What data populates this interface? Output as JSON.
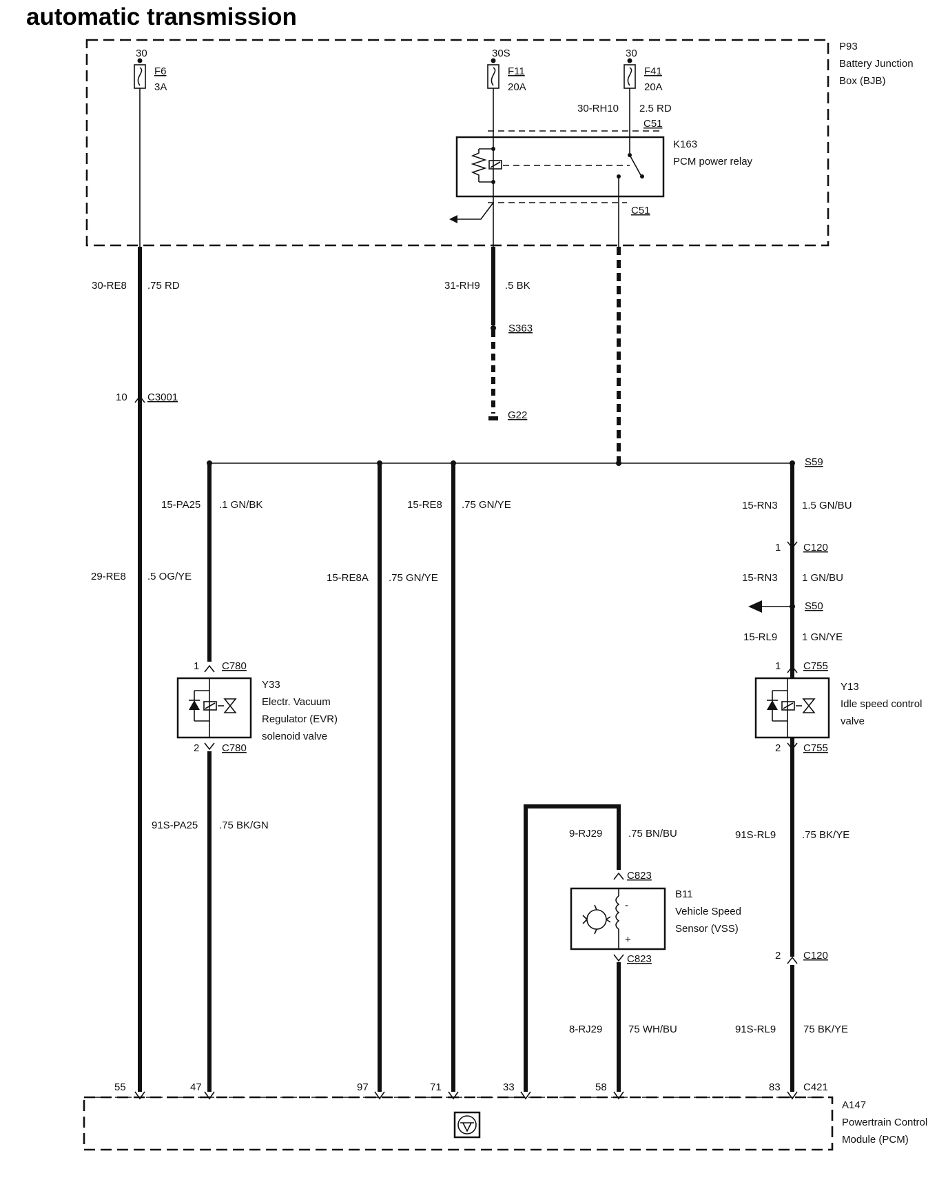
{
  "title": "automatic transmission",
  "bjb": {
    "id": "P93",
    "name_line1": "Battery Junction",
    "name_line2": "Box (BJB)"
  },
  "fuses": [
    {
      "id": "f6",
      "feed": "30",
      "name": "F6",
      "rating": "3A"
    },
    {
      "id": "f11",
      "feed": "30S",
      "name": "F11",
      "rating": "20A"
    },
    {
      "id": "f41",
      "feed": "30",
      "name": "F41",
      "rating": "20A"
    }
  ],
  "relay": {
    "id": "K163",
    "name": "PCM power relay",
    "connector_top": "C51",
    "connector_bottom": "C51",
    "feed_wire_code": "30-RH10",
    "feed_wire_spec": "2.5 RD"
  },
  "pcm": {
    "id": "A147",
    "name_line1": "Powertrain Control",
    "name_line2": "Module (PCM)",
    "connector": "C421"
  },
  "pins": [
    "55",
    "47",
    "97",
    "71",
    "33",
    "58",
    "83"
  ],
  "wires": [
    {
      "id": "30-RE8",
      "code": "30-RE8",
      "spec": ".75 RD"
    },
    {
      "id": "29-RE8",
      "code": "29-RE8",
      "spec": ".5 OG/YE"
    },
    {
      "id": "31-RH9",
      "code": "31-RH9",
      "spec": ".5 BK"
    },
    {
      "id": "15-PA25",
      "code": "15-PA25",
      "spec": ".1 GN/BK"
    },
    {
      "id": "15-RE8A",
      "code": "15-RE8A",
      "spec": ".75 GN/YE"
    },
    {
      "id": "15-RE8",
      "code": "15-RE8",
      "spec": ".75 GN/YE"
    },
    {
      "id": "15-RN3a",
      "code": "15-RN3",
      "spec": "1.5 GN/BU"
    },
    {
      "id": "15-RN3b",
      "code": "15-RN3",
      "spec": "1 GN/BU"
    },
    {
      "id": "15-RL9",
      "code": "15-RL9",
      "spec": "1 GN/YE"
    },
    {
      "id": "91S-PA25",
      "code": "91S-PA25",
      "spec": ".75 BK/GN"
    },
    {
      "id": "9-RJ29",
      "code": "9-RJ29",
      "spec": ".75 BN/BU"
    },
    {
      "id": "91S-RL9a",
      "code": "91S-RL9",
      "spec": ".75 BK/YE"
    },
    {
      "id": "8-RJ29",
      "code": "8-RJ29",
      "spec": "75 WH/BU"
    },
    {
      "id": "91S-RL9b",
      "code": "91S-RL9",
      "spec": "75 BK/YE"
    }
  ],
  "connectors": {
    "c3001": {
      "name": "C3001",
      "pin": "10"
    },
    "c120_top": {
      "name": "C120",
      "pin": "1"
    },
    "c120_bottom": {
      "name": "C120",
      "pin": "2"
    },
    "c780_top": {
      "name": "C780",
      "pin": "1"
    },
    "c780_bottom": {
      "name": "C780",
      "pin": "2"
    },
    "c755_top": {
      "name": "C755",
      "pin": "1"
    },
    "c755_bottom": {
      "name": "C755",
      "pin": "2"
    },
    "c823_top": {
      "name": "C823"
    },
    "c823_bottom": {
      "name": "C823"
    }
  },
  "splices": {
    "s363": "S363",
    "s59": "S59",
    "s50": "S50"
  },
  "ground": "G22",
  "components": {
    "y33": {
      "id": "Y33",
      "line1": "Electr. Vacuum",
      "line2": "Regulator (EVR)",
      "line3": "solenoid valve"
    },
    "y13": {
      "id": "Y13",
      "line1": "Idle speed control",
      "line2": "valve"
    },
    "b11": {
      "id": "B11",
      "line1": "Vehicle Speed",
      "line2": "Sensor (VSS)",
      "minus": "-",
      "plus": "+"
    }
  }
}
